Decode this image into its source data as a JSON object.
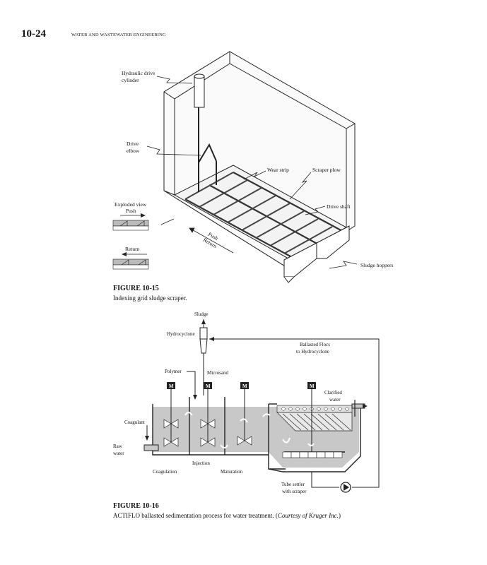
{
  "header": {
    "page_number": "10-24",
    "running_title": "WATER AND WASTEWATER ENGINEERING"
  },
  "figure_10_15": {
    "label": "FIGURE 10-15",
    "caption": "Indexing grid sludge scraper.",
    "labels": {
      "hydraulic_drive_1": "Hydraulic drive",
      "hydraulic_drive_2": "cylinder",
      "drive_elbow_1": "Drive",
      "drive_elbow_2": "elbow",
      "wear_strip": "Wear strip",
      "scraper_plow": "Scraper plow",
      "drive_shaft": "Drive shaft",
      "exploded_view": "Exploded view",
      "push": "Push",
      "return": "Return",
      "push_diag": "Push",
      "return_diag": "Return",
      "sludge_hoppers": "Sludge hoppers"
    }
  },
  "figure_10_16": {
    "label": "FIGURE 10-16",
    "caption_main": "ACTIFLO ballasted sedimentation process for water treatment. (",
    "caption_credit": "Courtesy of Kruger Inc.",
    "caption_end": ")",
    "labels": {
      "sludge": "Sludge",
      "hydrocyclone": "Hydrocyclone",
      "ballasted_flocs_1": "Ballasted Flocs",
      "ballasted_flocs_2": "to Hydrocyclone",
      "polymer": "Polymer",
      "microsand": "Microsand",
      "clarified_1": "Clarified",
      "clarified_2": "water",
      "coagulant": "Coagulant",
      "raw_1": "Raw",
      "raw_2": "water",
      "injection": "Injection",
      "coagulation": "Coagulation",
      "maturation": "Maturation",
      "tube_settler_1": "Tube settler",
      "tube_settler_2": "with scraper",
      "mixer_symbol": "M"
    }
  }
}
